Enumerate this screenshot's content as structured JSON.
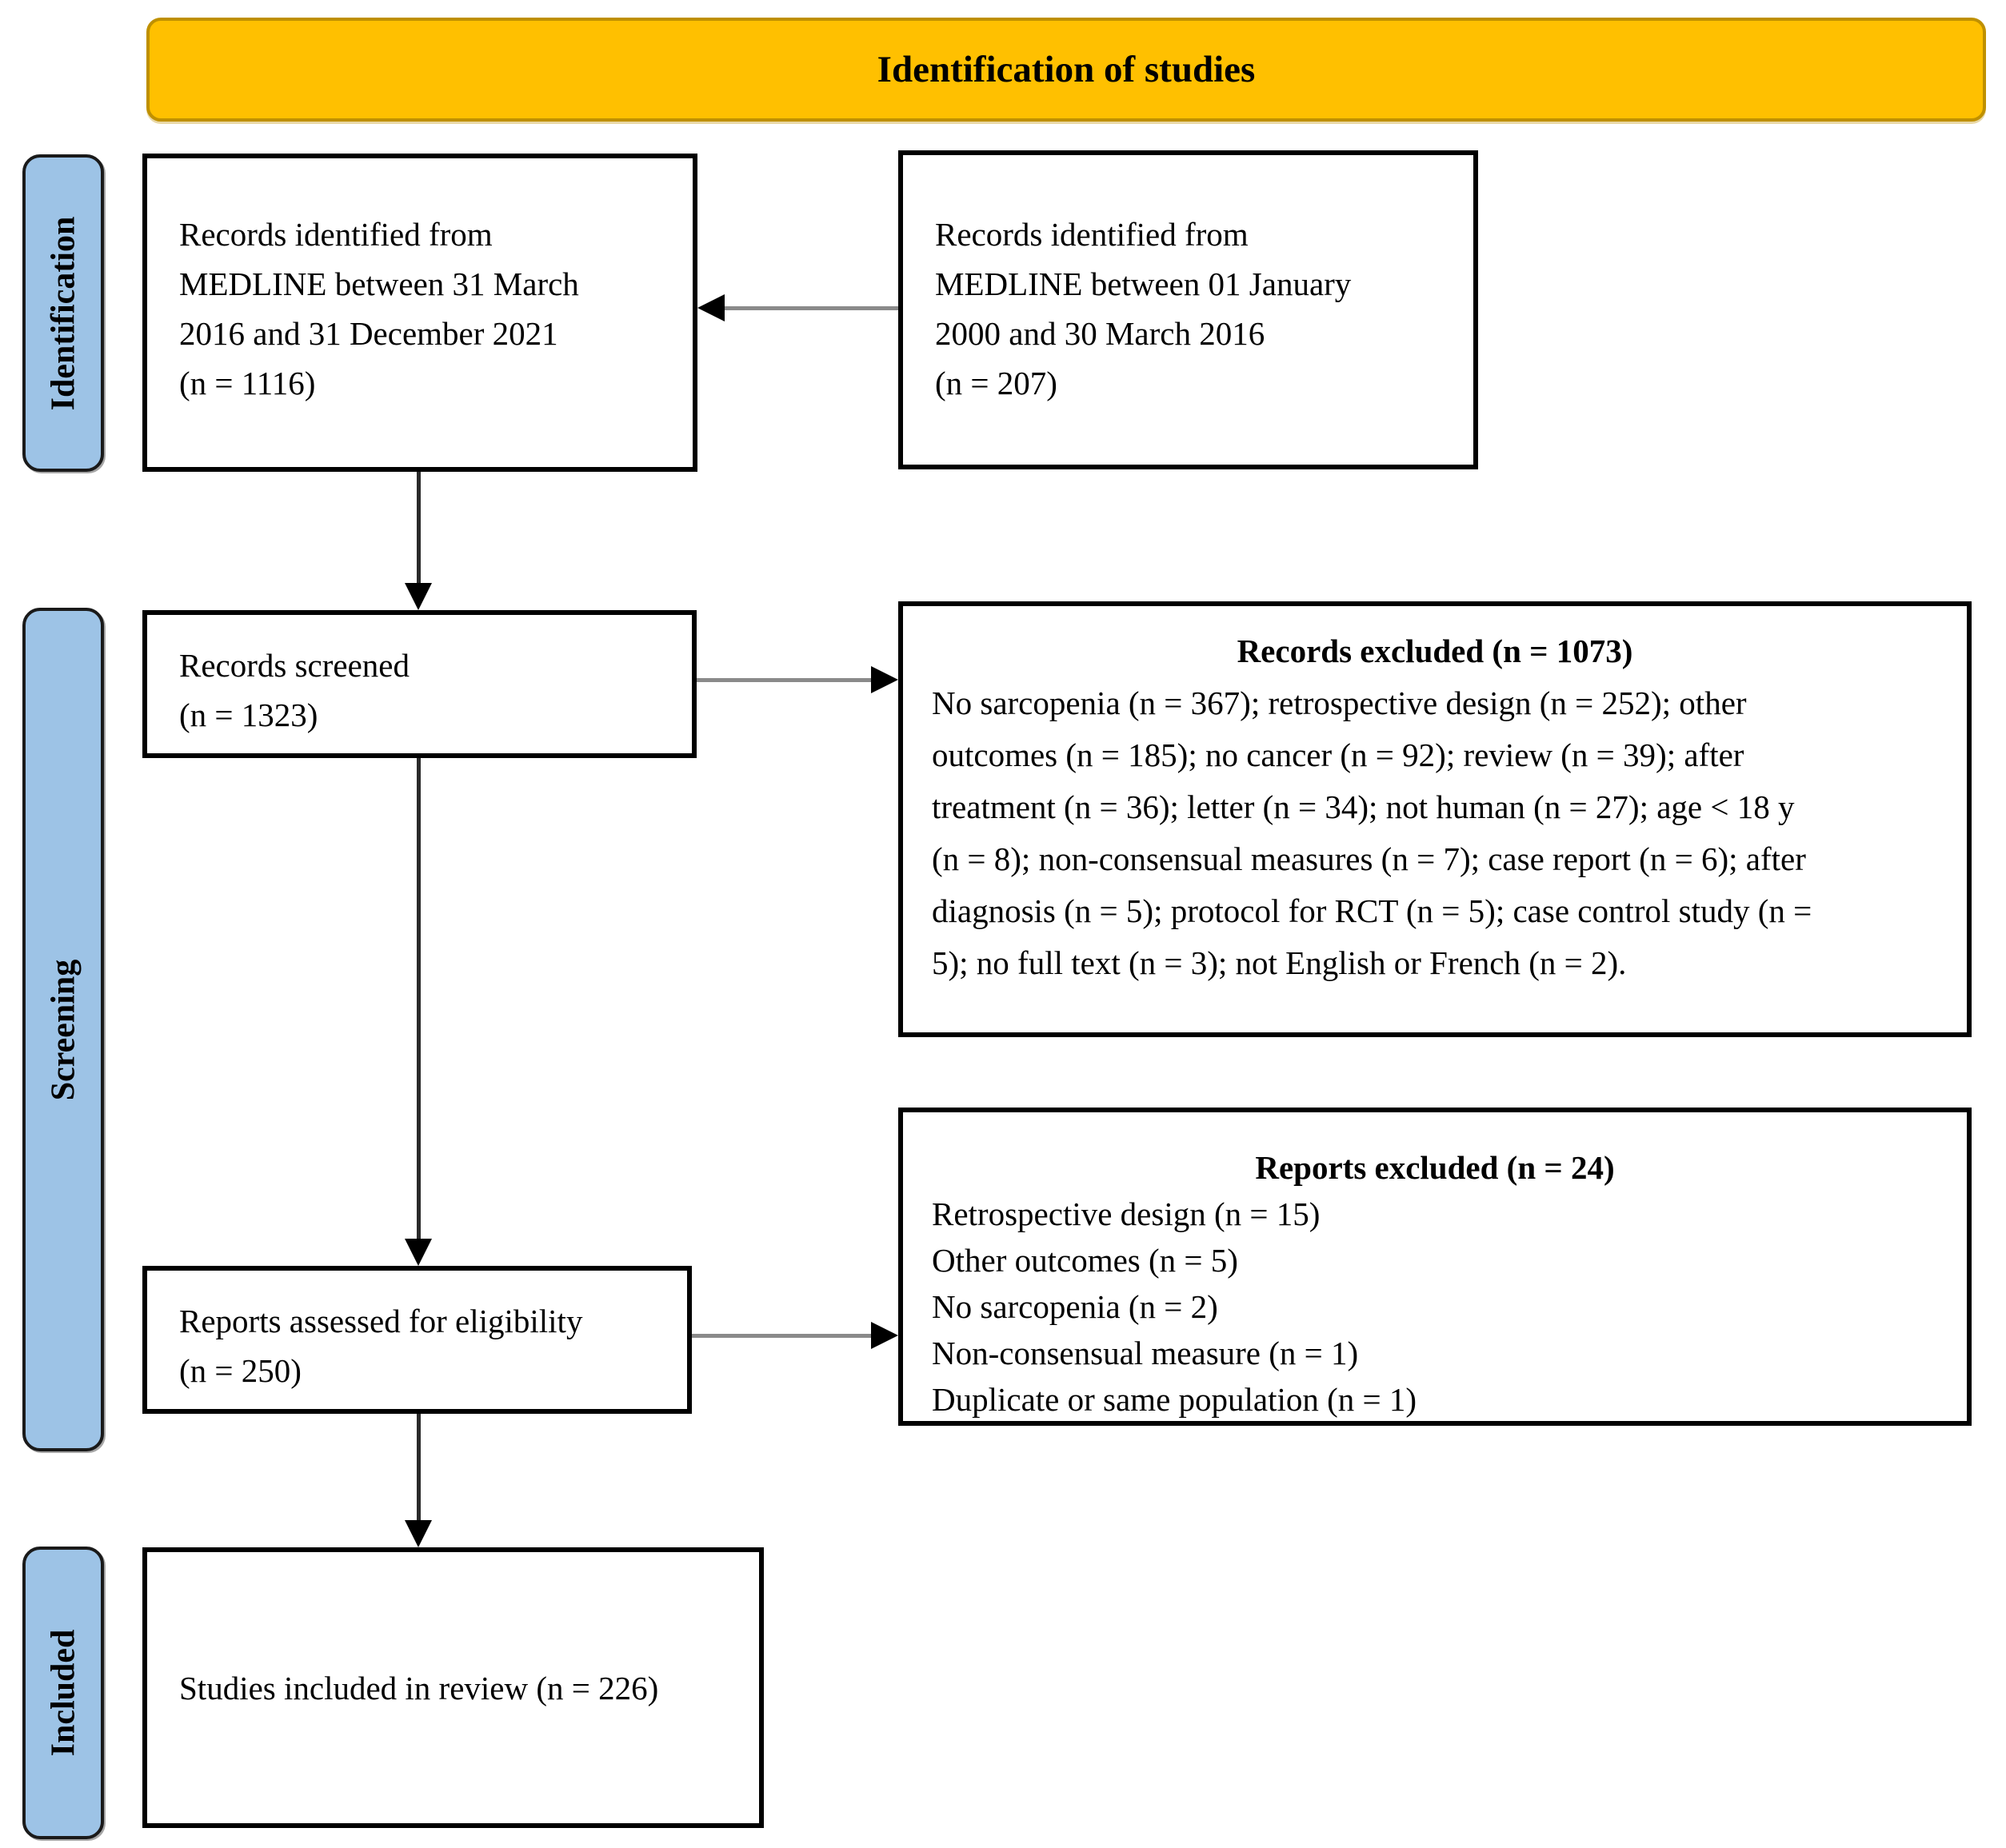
{
  "banner": {
    "title": "Identification of studies"
  },
  "stages": {
    "identification": "Identification",
    "screening": "Screening",
    "included": "Included"
  },
  "boxes": {
    "records_identified_recent": {
      "lines": [
        "Records identified from",
        "MEDLINE between 31 March",
        "2016 and 31 December 2021",
        "(n = 1116)"
      ]
    },
    "records_identified_prior": {
      "lines": [
        "Records identified from",
        "MEDLINE between 01 January",
        "2000 and 30 March 2016",
        "(n = 207)"
      ]
    },
    "records_screened": {
      "lines": [
        "Records screened",
        "(n = 1323)"
      ]
    },
    "records_excluded": {
      "title": "Records excluded (n = 1073)",
      "lines": [
        "No sarcopenia (n = 367); retrospective design (n = 252); other",
        "outcomes (n = 185); no cancer (n = 92); review (n = 39); after",
        "treatment (n = 36); letter (n = 34); not human (n = 27); age < 18 y",
        "(n = 8); non-consensual measures (n = 7); case report (n = 6); after",
        "diagnosis (n = 5); protocol for RCT (n = 5); case control study (n =",
        "5); no full text (n = 3); not English or French (n = 2)."
      ]
    },
    "reports_assessed": {
      "lines": [
        "Reports assessed for eligibility",
        "(n = 250)"
      ]
    },
    "reports_excluded": {
      "title": "Reports excluded (n = 24)",
      "lines": [
        "Retrospective design (n = 15)",
        "Other outcomes (n = 5)",
        "No sarcopenia (n = 2)",
        "Non-consensual measure (n = 1)",
        "Duplicate or same population (n = 1)"
      ]
    },
    "studies_included": {
      "lines": [
        "Studies included in review (n = 226)"
      ]
    }
  },
  "colors": {
    "banner_fill": "#FFC000",
    "banner_border": "#BF9000",
    "stage_fill": "#9DC3E6",
    "box_border": "#000000",
    "arrow_gray": "#8a8a8a",
    "arrow_dark": "#2b2b2b"
  }
}
